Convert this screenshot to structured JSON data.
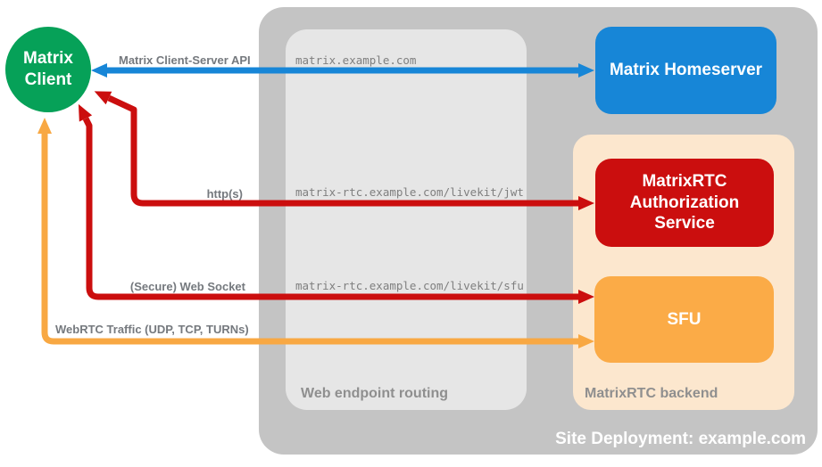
{
  "diagram": {
    "title": "Site Deployment: example.com"
  },
  "client": {
    "label": "Matrix Client",
    "color": "#06a158"
  },
  "homeserver": {
    "label": "Matrix Homeserver",
    "color": "#1786d7"
  },
  "routing": {
    "label": "Web endpoint routing",
    "bg_color": "#e6e6e6",
    "endpoints": [
      "matrix.example.com",
      "matrix-rtc.example.com/livekit/jwt",
      "matrix-rtc.example.com/livekit/sfu"
    ]
  },
  "backend": {
    "label": "MatrixRTC backend",
    "bg_color": "#fce7ce",
    "auth": {
      "label": "MatrixRTC Authorization Service",
      "color": "#cb0e0e"
    },
    "sfu": {
      "label": "SFU",
      "color": "#fbab47"
    }
  },
  "deployment": {
    "bg_color": "#c4c4c4"
  },
  "connections": [
    {
      "label": "Matrix Client-Server API",
      "color": "#1786d7",
      "from": "Matrix Client",
      "to": "Matrix Homeserver",
      "endpoint": "matrix.example.com"
    },
    {
      "label": "http(s)",
      "color": "#cb0e0e",
      "from": "Matrix Client",
      "to": "MatrixRTC Authorization Service",
      "endpoint": "matrix-rtc.example.com/livekit/jwt"
    },
    {
      "label": "(Secure) Web Socket",
      "color": "#cb0e0e",
      "from": "Matrix Client",
      "to": "SFU",
      "endpoint": "matrix-rtc.example.com/livekit/sfu"
    },
    {
      "label": "WebRTC Traffic (UDP, TCP, TURNs)",
      "color": "#f8a843",
      "from": "Matrix Client",
      "to": "SFU"
    }
  ],
  "text_colors": {
    "section_label": "#8f8f8f",
    "url_label": "#7f7f7f",
    "conn_label": "#75797e"
  }
}
